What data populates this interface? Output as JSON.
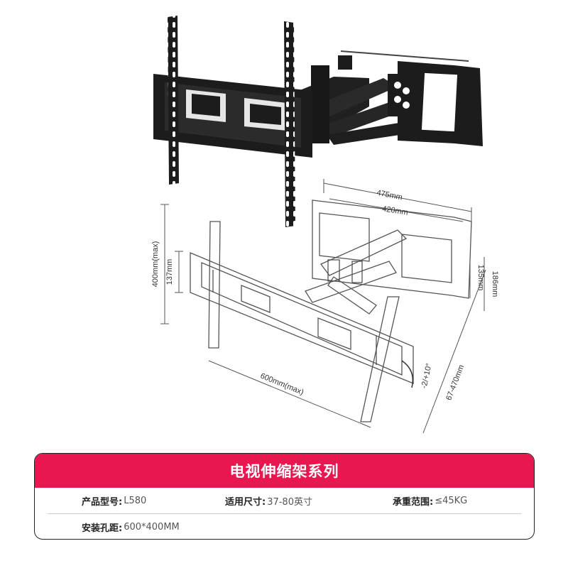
{
  "diagram": {
    "dimensions": {
      "d475": "475mm",
      "d420": "420mm",
      "d400": "400mm(max)",
      "d137": "137mm",
      "d135": "135mm",
      "d186": "186mm",
      "d600": "600mm(max)",
      "d67_470": "67-470mm",
      "tilt": "-2/+10°"
    }
  },
  "spec": {
    "title": "电视伸缩架系列",
    "row1": [
      {
        "label": "产品型号:",
        "value": "L580"
      },
      {
        "label": "适用尺寸:",
        "value": "37-80英寸"
      },
      {
        "label": "承重范围:",
        "value": "≤45KG"
      }
    ],
    "row2": [
      {
        "label": "安装孔距:",
        "value": "600*400MM"
      }
    ]
  },
  "colors": {
    "accent": "#e8174f",
    "bracket": "#1c1c1c",
    "outline": "#555555"
  }
}
